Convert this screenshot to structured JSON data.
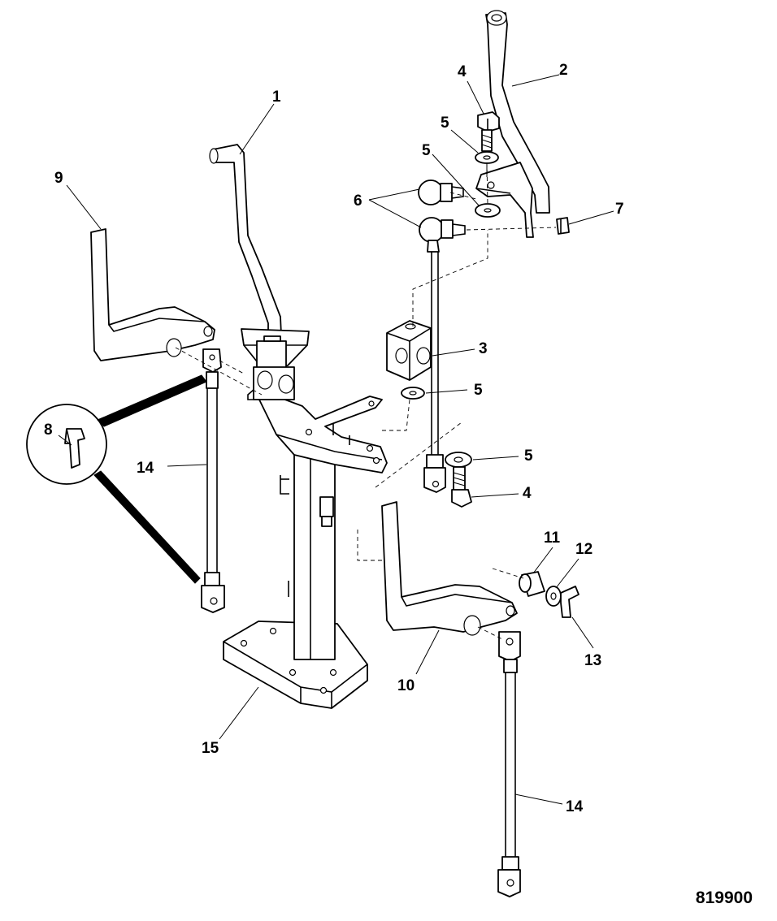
{
  "callouts": [
    {
      "id": "c1",
      "text": "1"
    },
    {
      "id": "c2",
      "text": "2"
    },
    {
      "id": "c3",
      "text": "3"
    },
    {
      "id": "c4a",
      "text": "4"
    },
    {
      "id": "c4b",
      "text": "4"
    },
    {
      "id": "c5a",
      "text": "5"
    },
    {
      "id": "c5b",
      "text": "5"
    },
    {
      "id": "c5c",
      "text": "5"
    },
    {
      "id": "c5d",
      "text": "5"
    },
    {
      "id": "c6",
      "text": "6"
    },
    {
      "id": "c7",
      "text": "7"
    },
    {
      "id": "c8",
      "text": "8"
    },
    {
      "id": "c9",
      "text": "9"
    },
    {
      "id": "c10",
      "text": "10"
    },
    {
      "id": "c11",
      "text": "11"
    },
    {
      "id": "c12",
      "text": "12"
    },
    {
      "id": "c13",
      "text": "13"
    },
    {
      "id": "c14a",
      "text": "14"
    },
    {
      "id": "c14b",
      "text": "14"
    },
    {
      "id": "c15",
      "text": "15"
    }
  ],
  "figure_number": "819900"
}
